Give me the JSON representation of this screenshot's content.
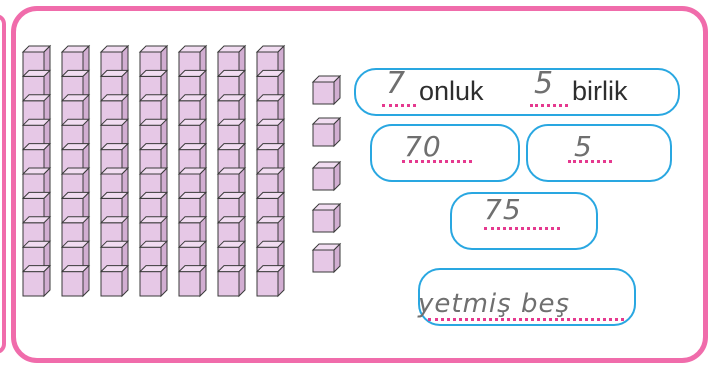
{
  "colors": {
    "frame": "#f06cab",
    "pill_border": "#29a7e1",
    "cube_fill": "#e6c8e6",
    "cube_stroke": "#3a3a3a",
    "dots": "#e5398f",
    "handwriting": "#6f6f6f"
  },
  "base_ten": {
    "tens_rods": 7,
    "cubes_per_rod": 10,
    "single_units": 5
  },
  "row1": {
    "tens_value": "7",
    "tens_word": "onluk",
    "ones_value": "5",
    "ones_word": "birlik"
  },
  "row2": {
    "tens_total": "70",
    "ones_total": "5"
  },
  "row3": {
    "number": "75"
  },
  "row4": {
    "words": "yetmiş beş"
  }
}
